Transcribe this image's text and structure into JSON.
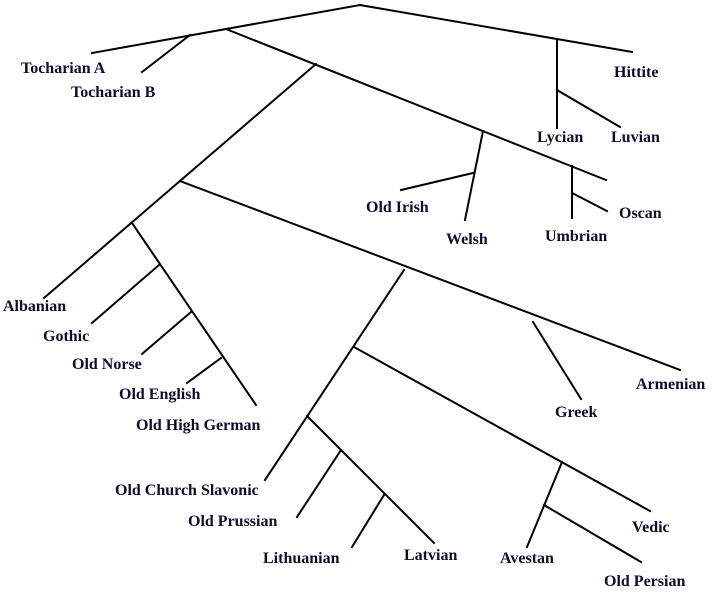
{
  "diagram": {
    "type": "tree",
    "title": "",
    "line_color": "#000000",
    "text_color": "#0d0d2a",
    "leaves": [
      {
        "id": "tocharian-a",
        "label": "Tocharian A"
      },
      {
        "id": "tocharian-b",
        "label": "Tocharian B"
      },
      {
        "id": "hittite",
        "label": "Hittite"
      },
      {
        "id": "lycian",
        "label": "Lycian"
      },
      {
        "id": "luvian",
        "label": "Luvian"
      },
      {
        "id": "old-irish",
        "label": "Old Irish"
      },
      {
        "id": "welsh",
        "label": "Welsh"
      },
      {
        "id": "umbrian",
        "label": "Umbrian"
      },
      {
        "id": "oscan",
        "label": "Oscan"
      },
      {
        "id": "albanian",
        "label": "Albanian"
      },
      {
        "id": "gothic",
        "label": "Gothic"
      },
      {
        "id": "old-norse",
        "label": "Old Norse"
      },
      {
        "id": "old-english",
        "label": "Old English"
      },
      {
        "id": "old-high-german",
        "label": "Old High German"
      },
      {
        "id": "greek",
        "label": "Greek"
      },
      {
        "id": "armenian",
        "label": "Armenian"
      },
      {
        "id": "old-church-slavonic",
        "label": "Old Church Slavonic"
      },
      {
        "id": "old-prussian",
        "label": "Old Prussian"
      },
      {
        "id": "lithuanian",
        "label": "Lithuanian"
      },
      {
        "id": "latvian",
        "label": "Latvian"
      },
      {
        "id": "avestan",
        "label": "Avestan"
      },
      {
        "id": "vedic",
        "label": "Vedic"
      },
      {
        "id": "old-persian",
        "label": "Old Persian"
      }
    ],
    "structure": [
      [
        "root",
        "tocharian-clade"
      ],
      [
        "tocharian-clade",
        "tocharian-a"
      ],
      [
        "tocharian-clade",
        "tocharian-b"
      ],
      [
        "root",
        "anatolian-clade"
      ],
      [
        "anatolian-clade",
        "hittite"
      ],
      [
        "anatolian-clade",
        "lycian-luvian"
      ],
      [
        "lycian-luvian",
        "lycian"
      ],
      [
        "lycian-luvian",
        "luvian"
      ],
      [
        "root",
        "core-ie"
      ],
      [
        "core-ie",
        "italo-celtic"
      ],
      [
        "italo-celtic",
        "celtic"
      ],
      [
        "celtic",
        "old-irish"
      ],
      [
        "celtic",
        "welsh"
      ],
      [
        "italo-celtic",
        "italic"
      ],
      [
        "italic",
        "umbrian"
      ],
      [
        "italic",
        "oscan"
      ],
      [
        "core-ie",
        "inner"
      ],
      [
        "inner",
        "albanian"
      ],
      [
        "inner",
        "germanic-rest"
      ],
      [
        "germanic-rest",
        "germanic"
      ],
      [
        "germanic",
        "gothic"
      ],
      [
        "germanic",
        "northwest"
      ],
      [
        "northwest",
        "old-norse"
      ],
      [
        "northwest",
        "west"
      ],
      [
        "west",
        "old-english"
      ],
      [
        "west",
        "old-high-german"
      ],
      [
        "germanic-rest",
        "greco-armenian-rest"
      ],
      [
        "greco-armenian-rest",
        "greco-armenian"
      ],
      [
        "greco-armenian",
        "greek"
      ],
      [
        "greco-armenian",
        "armenian"
      ],
      [
        "greco-armenian-rest",
        "satem"
      ],
      [
        "satem",
        "balto-slavic"
      ],
      [
        "balto-slavic",
        "old-church-slavonic"
      ],
      [
        "balto-slavic",
        "baltic"
      ],
      [
        "baltic",
        "old-prussian"
      ],
      [
        "baltic",
        "east-baltic"
      ],
      [
        "east-baltic",
        "lithuanian"
      ],
      [
        "east-baltic",
        "latvian"
      ],
      [
        "satem",
        "indo-iranian"
      ],
      [
        "indo-iranian",
        "vedic"
      ],
      [
        "indo-iranian",
        "iranian"
      ],
      [
        "iranian",
        "avestan"
      ],
      [
        "iranian",
        "old-persian"
      ]
    ]
  }
}
